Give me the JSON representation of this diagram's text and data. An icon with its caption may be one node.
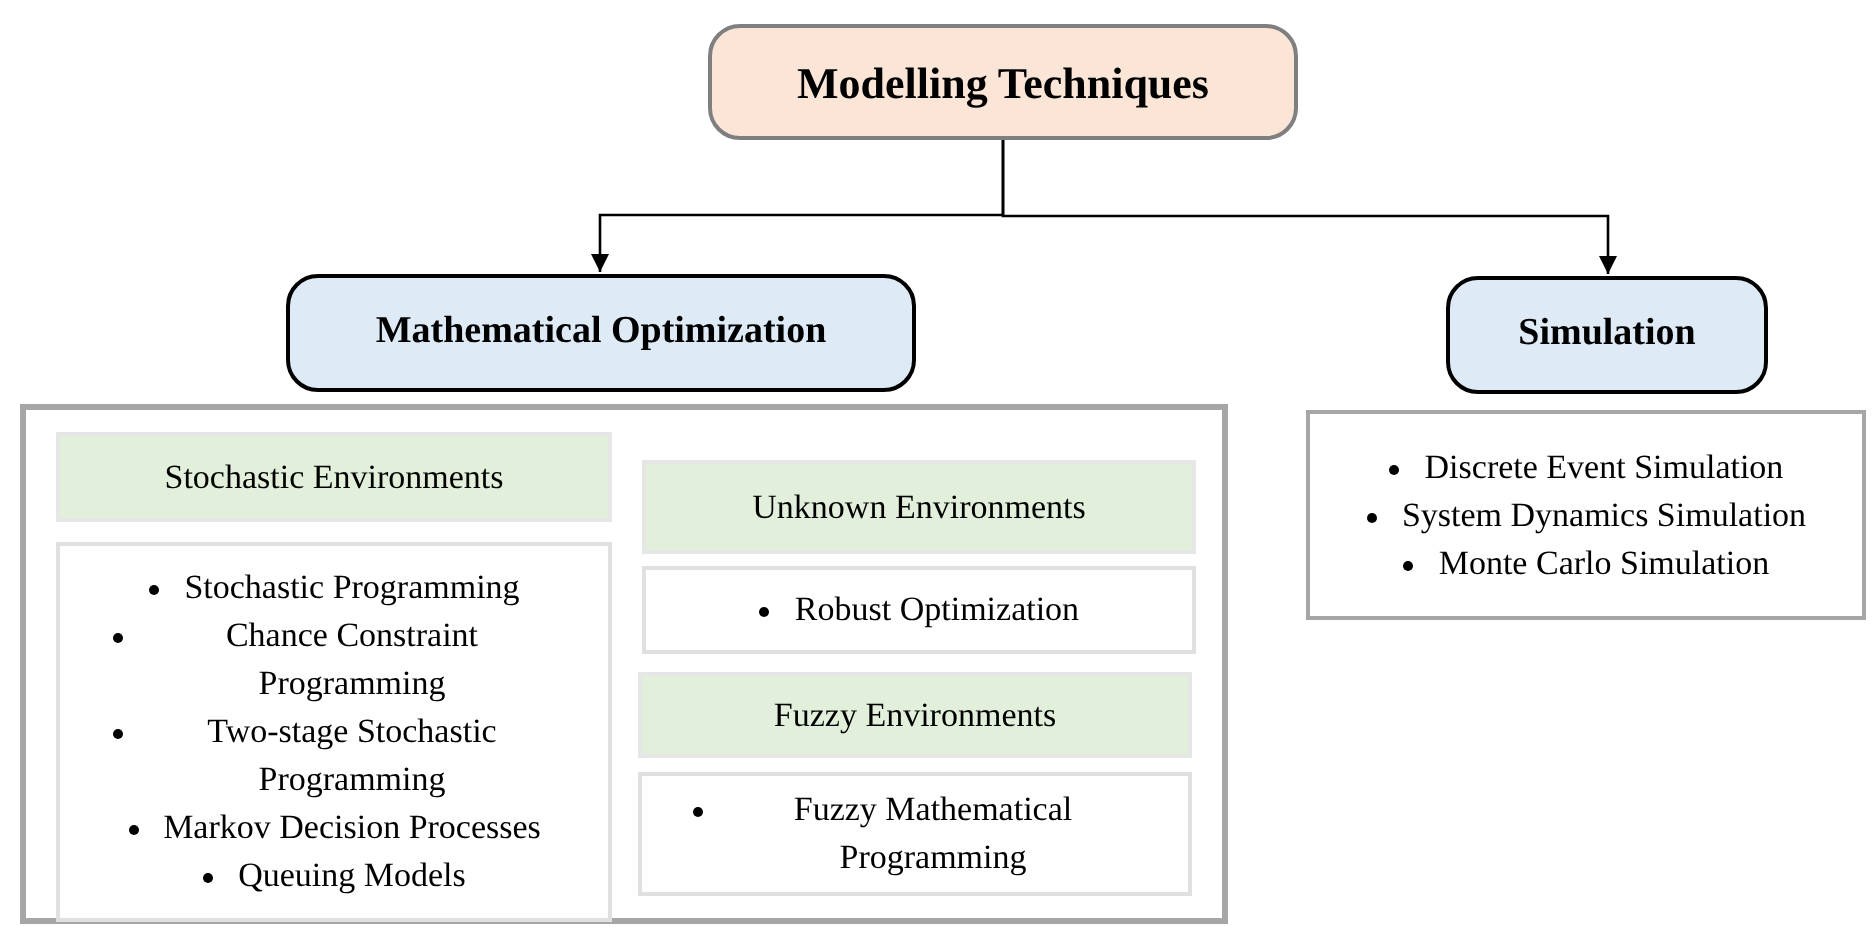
{
  "diagram": {
    "nodes": [
      {
        "text": [
          "Modelling Techniques"
        ]
      },
      {
        "text": [
          "Mathematical Optimization"
        ]
      },
      {
        "text": [
          "Simulation"
        ]
      },
      {
        "text": [],
        "shape": "box"
      },
      {
        "text": [
          "Stochastic Environments"
        ],
        "in": 3
      },
      {
        "text": [
          "Stochastic Programming",
          "Chance Constraint Programming",
          "Two-stage Stochastic Programming",
          "Markov Decision Processes",
          "Queuing Models"
        ],
        "in": 3
      },
      {
        "text": [
          "Unknown Environments"
        ],
        "in": 3
      },
      {
        "text": [
          "Robust Optimization"
        ],
        "in": 3
      },
      {
        "text": [
          "Fuzzy Environments"
        ],
        "in": 3
      },
      {
        "text": [
          "Fuzzy Mathematical Programming"
        ],
        "in": 3
      },
      {
        "text": [
          "Discrete Event Simulation",
          "System Dynamics Simulation",
          "Monte Carlo Simulation"
        ]
      }
    ],
    "edges": [
      {
        "from": 0,
        "to": 1,
        "arrow": "to"
      },
      {
        "from": 0,
        "to": 2,
        "arrow": "to"
      }
    ]
  }
}
